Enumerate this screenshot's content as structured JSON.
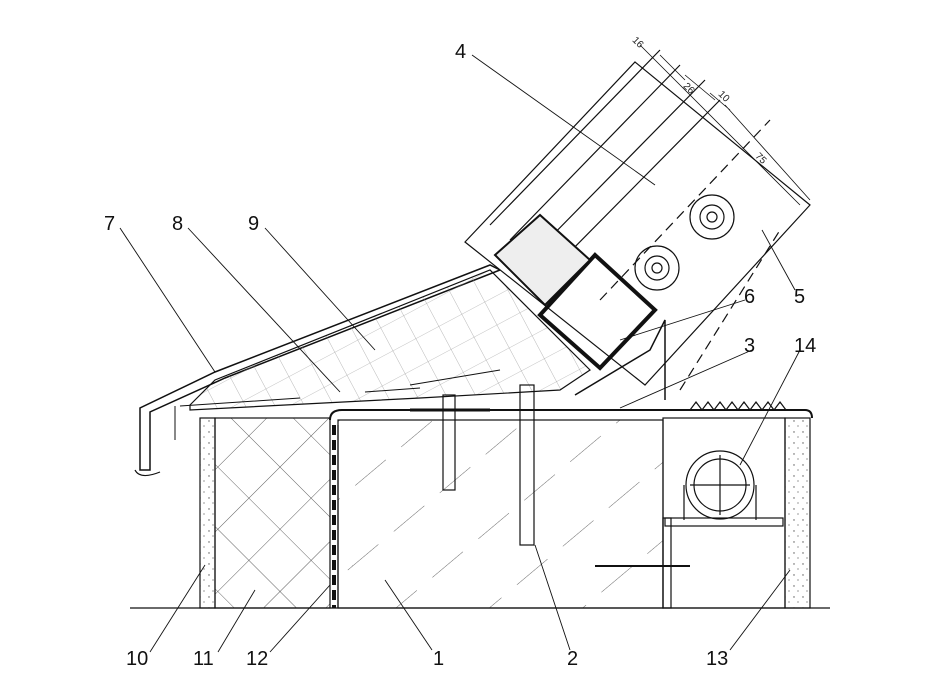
{
  "callouts": {
    "c1": "1",
    "c2": "2",
    "c3": "3",
    "c4": "4",
    "c5": "5",
    "c6": "6",
    "c7": "7",
    "c8": "8",
    "c9": "9",
    "c10": "10",
    "c11": "11",
    "c12": "12",
    "c13": "13",
    "c14": "14"
  },
  "dimensions": {
    "d16": "16",
    "d26": "26",
    "d10": "10",
    "d75": "75"
  }
}
